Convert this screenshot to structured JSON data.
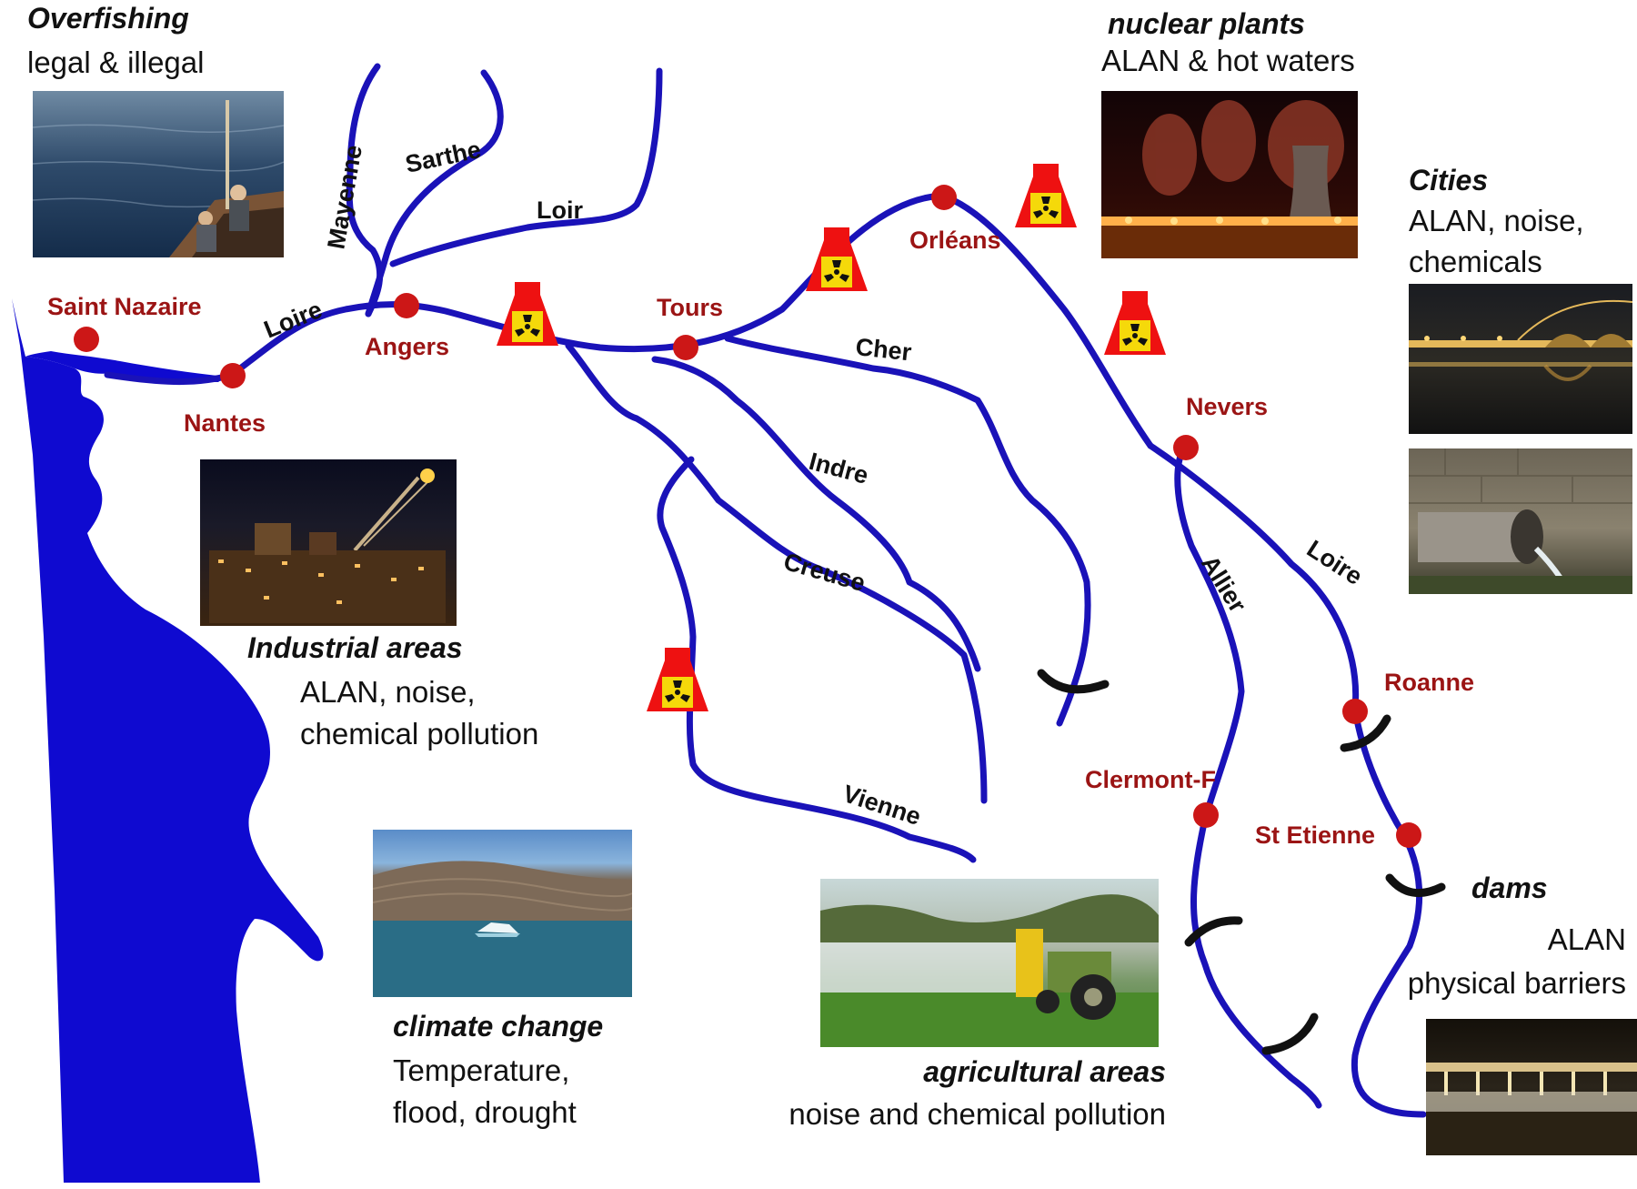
{
  "colors": {
    "river": "#1a12b8",
    "sea": "#0f0ad0",
    "city": "#cc1717",
    "city_label": "#9b1414",
    "nuclear": "#ee1111",
    "nuclear_core": "#f5d90a",
    "dam": "#111111",
    "river_label": "#111111"
  },
  "cities": {
    "saint_nazaire": "Saint Nazaire",
    "nantes": "Nantes",
    "angers": "Angers",
    "tours": "Tours",
    "orleans": "Orléans",
    "nevers": "Nevers",
    "roanne": "Roanne",
    "clermont": "Clermont-F",
    "st_etienne": "St Etienne"
  },
  "rivers": {
    "loire_west": "Loire",
    "loire_east": "Loire",
    "mayenne": "Mayenne",
    "sarthe": "Sarthe",
    "loir": "Loir",
    "cher": "Cher",
    "indre": "Indre",
    "creuse": "Creuse",
    "vienne": "Vienne",
    "allier": "Allier"
  },
  "pressures": {
    "overfishing": {
      "title": "Overfishing",
      "detail": "legal & illegal"
    },
    "nuclear": {
      "title": "nuclear plants",
      "detail": "ALAN & hot waters"
    },
    "cities": {
      "title": "Cities",
      "detail_1": "ALAN, noise,",
      "detail_2": "chemicals"
    },
    "industrial": {
      "title": "Industrial areas",
      "detail_1": "ALAN, noise,",
      "detail_2": "chemical pollution"
    },
    "climate": {
      "title": "climate change",
      "detail_1": "Temperature,",
      "detail_2": "flood, drought"
    },
    "agricultural": {
      "title": "agricultural areas",
      "detail": "noise and chemical pollution"
    },
    "dams": {
      "title": "dams",
      "detail_1": "ALAN",
      "detail_2": "physical barriers"
    }
  },
  "icons": [
    "nuclear-plant-icon",
    "city-marker-icon",
    "dam-icon"
  ]
}
